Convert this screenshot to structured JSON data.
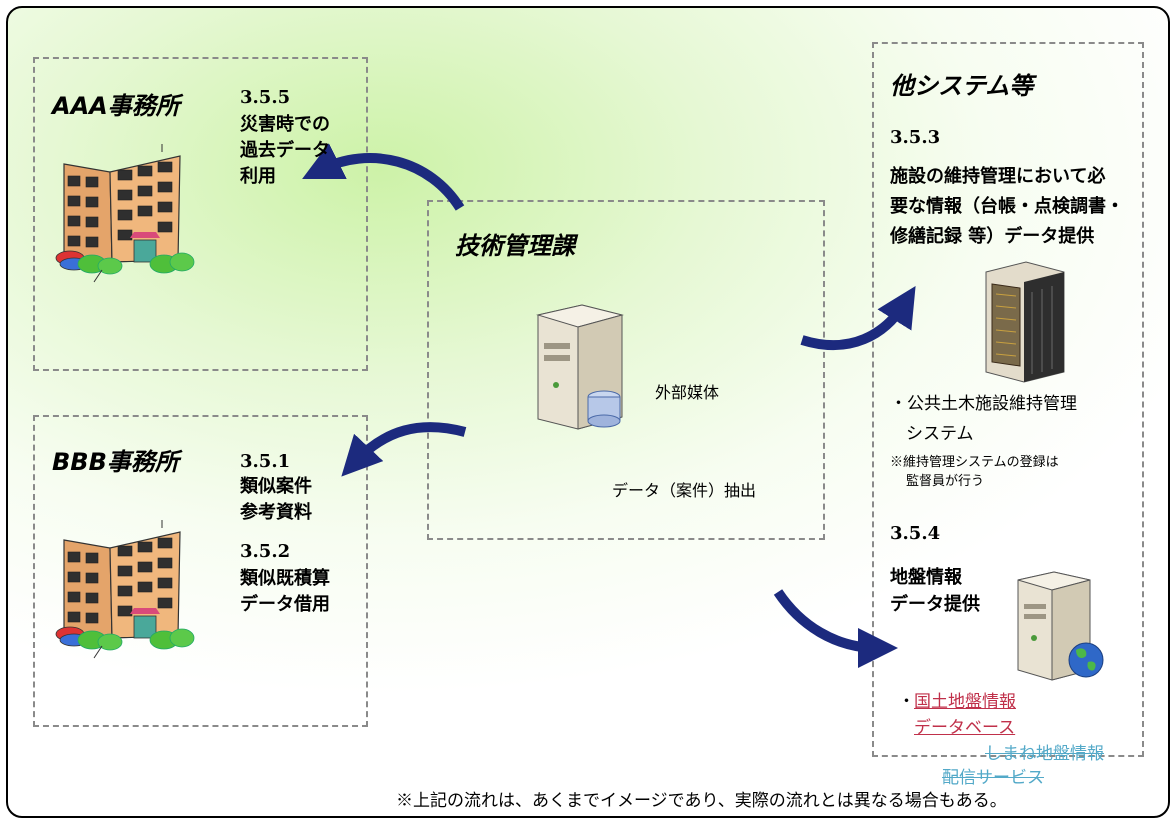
{
  "center": {
    "title": "技術管理課",
    "media_label": "外部媒体",
    "extract_label": "データ（案件）抽出"
  },
  "office_a": {
    "title": "AAA事務所",
    "code": "3.5.5",
    "lines": [
      "災害時での",
      "過去データ",
      "利用"
    ]
  },
  "office_b": {
    "title": "BBB事務所",
    "item1": {
      "code": "3.5.1",
      "lines": [
        "類似案件",
        "参考資料"
      ]
    },
    "item2": {
      "code": "3.5.2",
      "lines": [
        "類似既積算",
        "データ借用"
      ]
    }
  },
  "other": {
    "title": "他システム等",
    "code": "3.5.3",
    "desc_lines": [
      "施設の維持管理において必",
      "要な情報（台帳・点検調書・",
      "修繕記録 等）データ提供"
    ],
    "system_lines": [
      "・公共土木施設維持管理",
      "システム"
    ],
    "note_lines": [
      "※維持管理システムの登録は",
      "監督員が行う"
    ],
    "ground": {
      "code": "3.5.4",
      "lines": [
        "地盤情報",
        "データ提供"
      ],
      "bullet": "・",
      "db_lines": [
        "国土地盤情報",
        "データベース"
      ],
      "struck_lines": [
        "しまね地盤情報",
        "配信サービス"
      ]
    }
  },
  "footnote": "※上記の流れは、あくまでイメージであり、実際の流れとは異なる場合もある。",
  "colors": {
    "arrow": "#1c2a7e",
    "background": "#d9f5bd",
    "dashed_border": "#8a8a8a",
    "link_red": "#c0304a",
    "link_blue": "#53a9c8"
  }
}
